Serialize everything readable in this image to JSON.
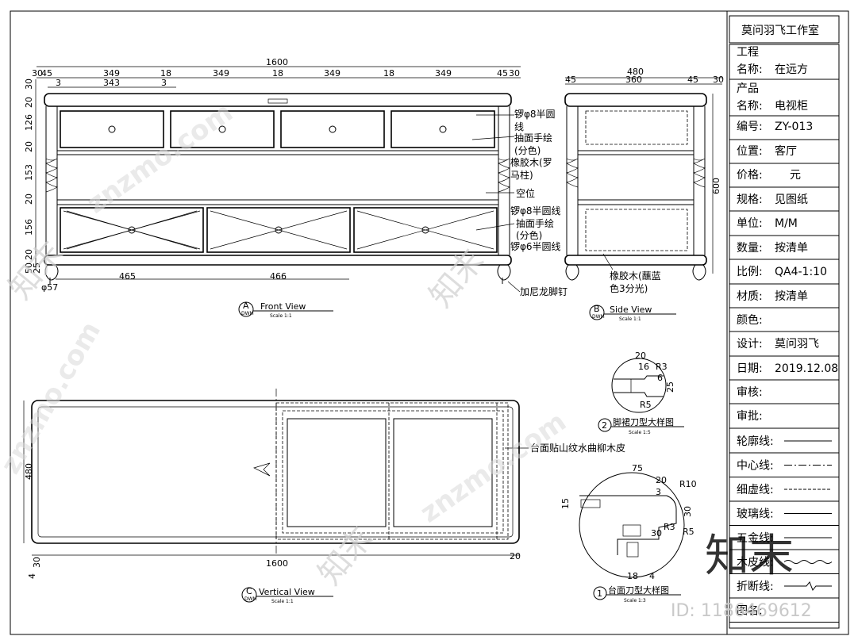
{
  "title_block": {
    "studio": "莫问羽飞工作室",
    "rows": [
      {
        "label": "工程",
        "value": ""
      },
      {
        "label": "名称:",
        "value": "在远方"
      },
      {
        "label": "产品",
        "value": ""
      },
      {
        "label": "名称:",
        "value": "电视柜"
      },
      {
        "label": "编号:",
        "value": "ZY-013"
      },
      {
        "label": "位置:",
        "value": "客厅"
      },
      {
        "label": "价格:",
        "value": "元"
      },
      {
        "label": "规格:",
        "value": "见图纸"
      },
      {
        "label": "单位:",
        "value": "M/M"
      },
      {
        "label": "数量:",
        "value": "按清单"
      },
      {
        "label": "比例:",
        "value": "QA4-1:10"
      },
      {
        "label": "材质:",
        "value": "按清单"
      },
      {
        "label": "颜色:",
        "value": ""
      },
      {
        "label": "设计:",
        "value": "莫问羽飞"
      },
      {
        "label": "日期:",
        "value": "2019.12.08"
      },
      {
        "label": "审核:",
        "value": ""
      },
      {
        "label": "审批:",
        "value": ""
      }
    ],
    "legend": [
      {
        "label": "轮廓线:",
        "style": "solid"
      },
      {
        "label": "中心线:",
        "style": "center"
      },
      {
        "label": "细虚线:",
        "style": "dashed"
      },
      {
        "label": "玻璃线:",
        "style": "solid"
      },
      {
        "label": "五金线:",
        "style": "solid"
      },
      {
        "label": "木皮线:",
        "style": "wave"
      },
      {
        "label": "折断线:",
        "style": "break"
      },
      {
        "label": "图名:",
        "style": "none"
      }
    ]
  },
  "front_view": {
    "title": "Front View",
    "tag": "A",
    "tag_sub": "DWM",
    "scale": "Scale 1:1",
    "top_dims": [
      "30",
      "45",
      "349",
      "18",
      "349",
      "18",
      "349",
      "18",
      "349",
      "45",
      "30"
    ],
    "overall": "1600",
    "sub_dims": [
      "3",
      "343",
      "3"
    ],
    "left_dims": [
      "30",
      "20",
      "126",
      "20",
      "153",
      "20",
      "156",
      "20",
      "50",
      "25"
    ],
    "bottom_dims": [
      "465",
      "466"
    ],
    "foot_dim": "φ57",
    "notes": [
      "锣φ8半圆",
      "线",
      "抽面手绘",
      "(分色)",
      "橡胶木(罗",
      "马柱)",
      "空位",
      "锣φ8半圆线",
      "抽面手绘",
      "(分色)",
      "锣φ6半圆线",
      "加尼龙脚钉"
    ]
  },
  "side_view": {
    "title": "Side View",
    "tag": "B",
    "tag_sub": "DWM",
    "scale": "Scale 1:1",
    "overall": "480",
    "dims": [
      "45",
      "360",
      "45",
      "30"
    ],
    "height": "600",
    "note1": "橡胶木(蘸蓝",
    "note2": "色3分光)"
  },
  "detail2": {
    "tag": "2",
    "title": "脚裙刀型大样图",
    "scale": "Scale 1:5",
    "dims": [
      "20",
      "16",
      "R3",
      "25",
      "R5",
      "6"
    ]
  },
  "detail1": {
    "tag": "1",
    "title": "台面刀型大样图",
    "scale": "Scale 1:3",
    "dims": [
      "75",
      "20",
      "R10",
      "3",
      "15",
      "30",
      "R5",
      "R3",
      "30",
      "18",
      "4"
    ]
  },
  "vertical_view": {
    "title": "Vertical View",
    "tag": "C",
    "tag_sub": "DWM",
    "scale": "Scale 1:1",
    "overall": "1600",
    "depth": "480",
    "bottom_left": "4",
    "bottom_left2": "30",
    "right_dim": "20",
    "note": "台面贴山纹水曲柳木皮"
  },
  "watermarks": {
    "site": "znzmo.com",
    "brand": "知末",
    "brand_big": "知末",
    "id": "ID: 1186469612"
  }
}
